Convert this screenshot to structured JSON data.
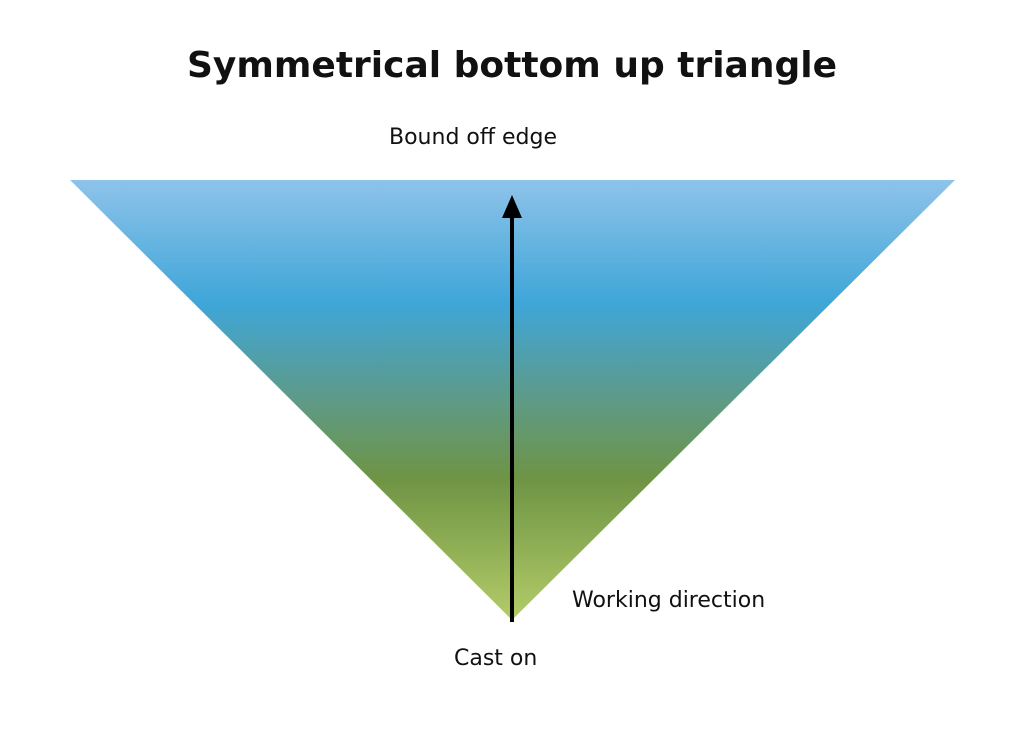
{
  "title": "Symmetrical bottom up triangle",
  "labels": {
    "top_edge": "Bound off edge",
    "direction": "Working direction",
    "bottom_point": "Cast on"
  },
  "colors": {
    "gradient_top": "#8ec3ea",
    "gradient_upper_mid": "#3fa6d8",
    "gradient_mid": "#5e9a87",
    "gradient_lower_mid": "#6e9444",
    "gradient_bottom": "#b3cc68",
    "arrow": "#000000"
  }
}
